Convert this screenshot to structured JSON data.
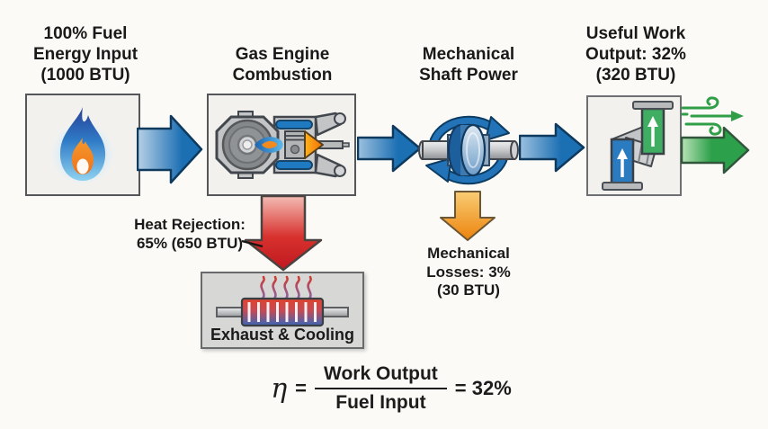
{
  "labels": {
    "fuel": {
      "line1": "100% Fuel",
      "line2": "Energy Input",
      "line3": "(1000 BTU)"
    },
    "engine": {
      "line1": "Gas Engine",
      "line2": "Combustion"
    },
    "shaft": {
      "line1": "Mechanical",
      "line2": "Shaft Power"
    },
    "output": {
      "line1": "Useful Work",
      "line2": "Output: 32%",
      "line3": "(320 BTU)"
    }
  },
  "heat_rejection": {
    "line1": "Heat Rejection:",
    "line2": "65% (650 BTU)"
  },
  "exhaust_box": {
    "label": "Exhaust & Cooling"
  },
  "mech_losses": {
    "line1": "Mechanical",
    "line2": "Losses: 3%",
    "line3": "(30 BTU)"
  },
  "formula": {
    "eta": "η",
    "eq1": "=",
    "numerator": "Work Output",
    "denominator": "Fuel Input",
    "result": "= 32%"
  },
  "icons": {
    "fuel": "flame-icon",
    "engine": "engine-cutaway-icon",
    "shaft": "rotating-shaft-icon",
    "turbine": "turbine-icon",
    "radiator": "radiator-icon",
    "exhaust_air": "wind-icon"
  },
  "colors": {
    "flow_blue": "#1b6fb3",
    "loss_red": "#cf2028",
    "loss_orange": "#ec830d",
    "output_green": "#2ca04a",
    "box_bg": "#f2f1ee",
    "sink_bg": "#d7d8d6",
    "background": "#fbfaf7"
  }
}
